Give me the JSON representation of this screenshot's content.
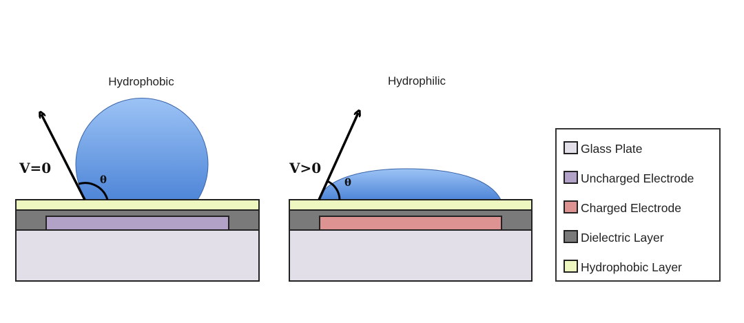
{
  "panels": [
    {
      "title": "Hydrophobic",
      "voltage_label": "V=0",
      "angle_label": "θ",
      "electrode_state": "Uncharged Electrode"
    },
    {
      "title": "Hydrophilic",
      "voltage_label": "V>0",
      "angle_label": "θ",
      "electrode_state": "Charged Electrode"
    }
  ],
  "legend": {
    "items": [
      {
        "label": "Glass Plate",
        "color": "#e3dfe8"
      },
      {
        "label": "Uncharged Electrode",
        "color": "#b3a2c8"
      },
      {
        "label": "Charged Electrode",
        "color": "#de9393"
      },
      {
        "label": "Dielectric Layer",
        "color": "#7a7a7a"
      },
      {
        "label": "Hydrophobic Layer",
        "color": "#eef7c0"
      }
    ]
  },
  "colors": {
    "droplet_top": "#9cc3f5",
    "droplet_bottom": "#4f86d8"
  }
}
